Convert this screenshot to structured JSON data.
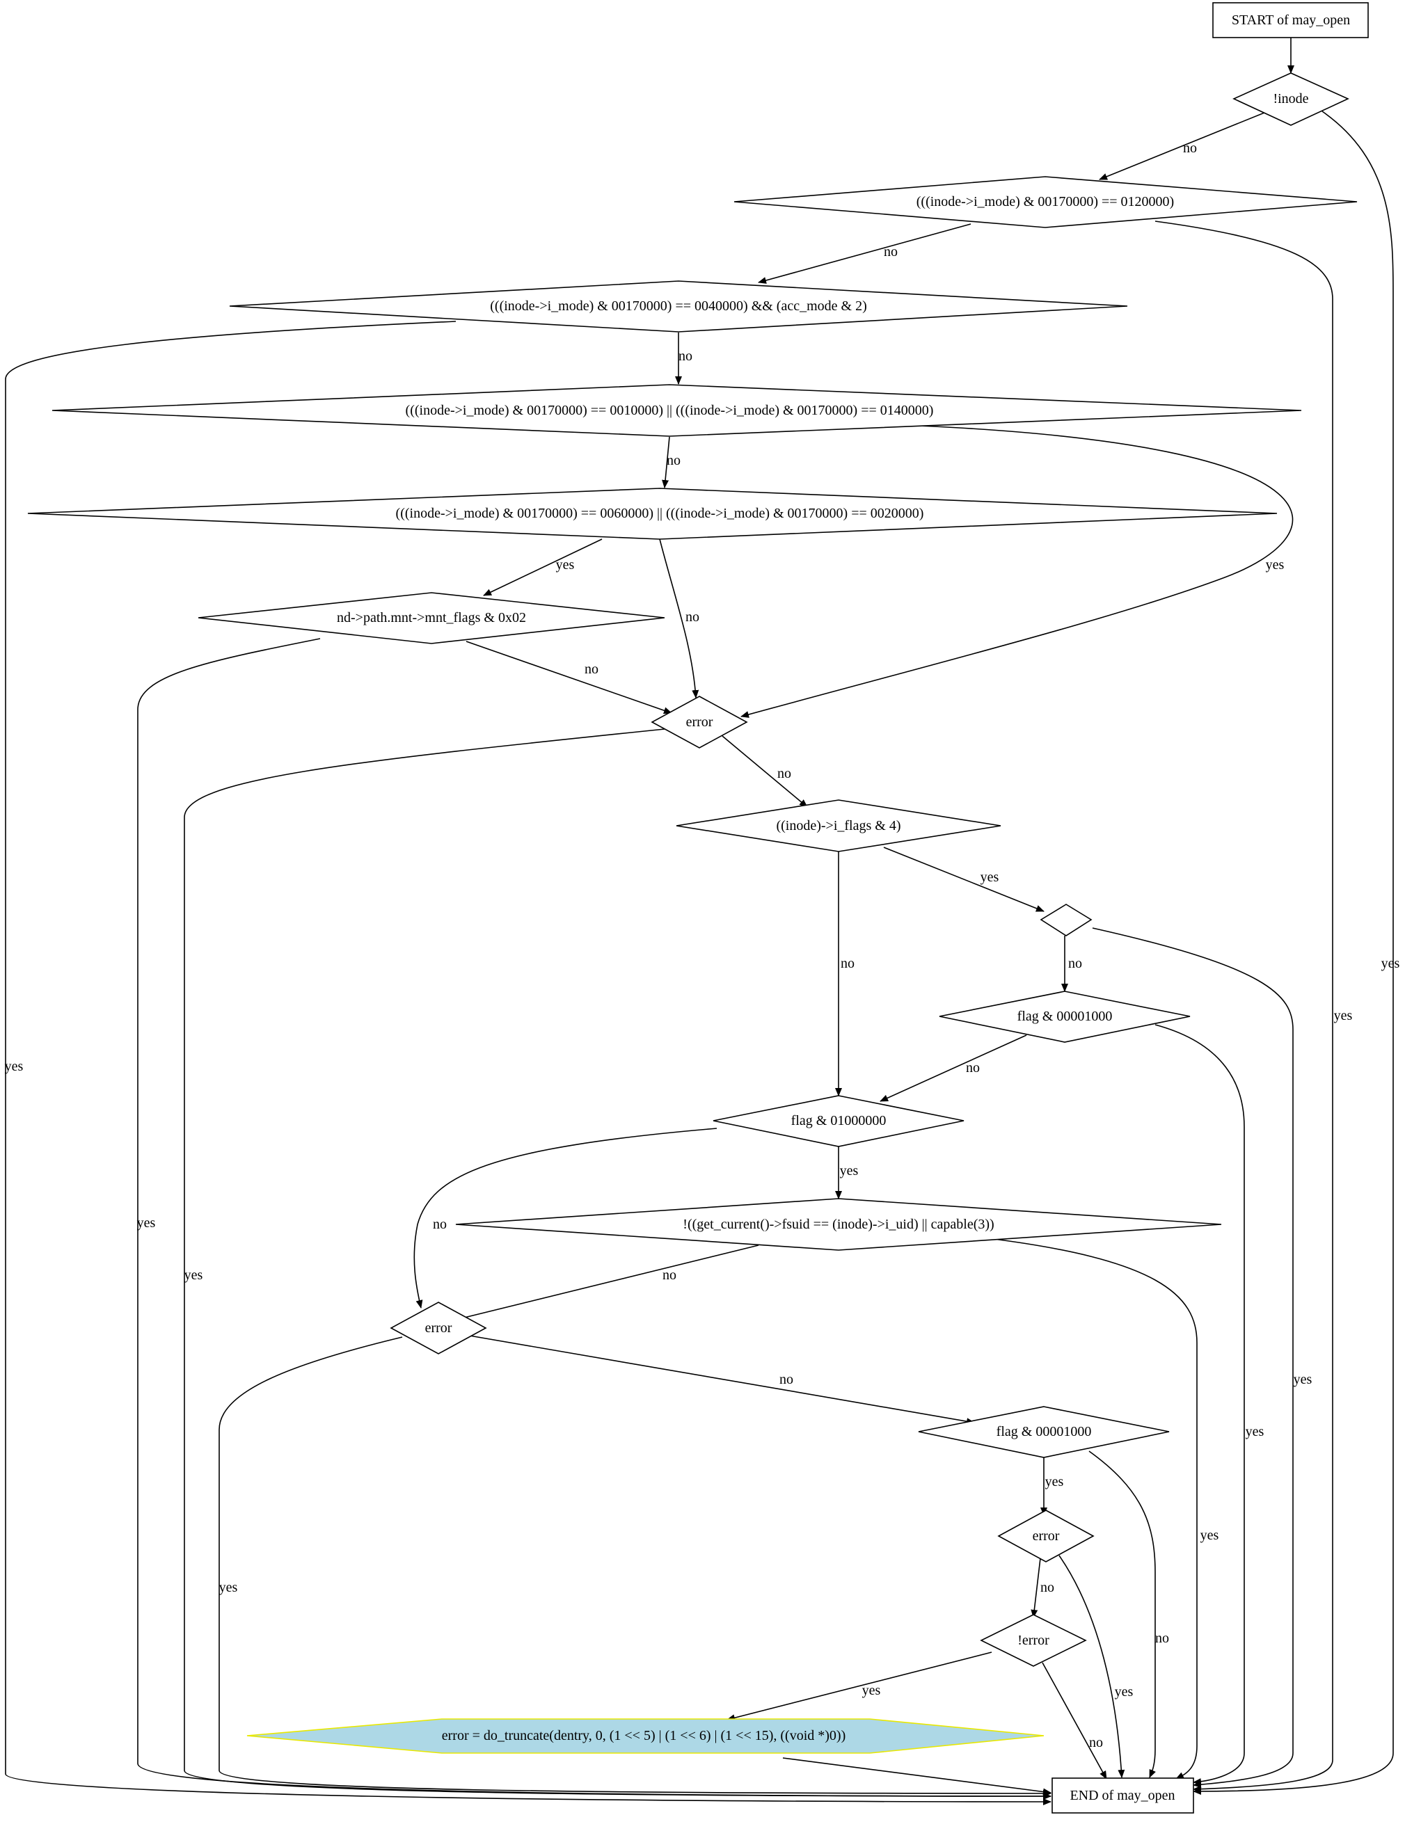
{
  "nodes": {
    "start": "START of may_open",
    "n_inode": "!inode",
    "n_lnk": "(((inode->i_mode) & 00170000) == 0120000)",
    "n_dir": "(((inode->i_mode) & 00170000) == 0040000) && (acc_mode & 2)",
    "n_fifo": "(((inode->i_mode) & 00170000) == 0010000) || (((inode->i_mode) & 00170000) == 0140000)",
    "n_blk": "(((inode->i_mode) & 00170000) == 0060000) || (((inode->i_mode) & 00170000) == 0020000)",
    "n_mnt": "nd->path.mnt->mnt_flags & 0x02",
    "n_err1": "error",
    "n_iflags": "((inode)->i_flags & 4)",
    "n_empty": "",
    "n_flag1": "flag & 00001000",
    "n_flag2": "flag & 01000000",
    "n_fsuid": "!((get_current()->fsuid == (inode)->i_uid) || capable(3))",
    "n_err2": "error",
    "n_flag3": "flag & 00001000",
    "n_err3": "error",
    "n_noterr": "!error",
    "n_trunc": "error = do_truncate(dentry, 0, (1 << 5) | (1 << 6) | (1 << 15), ((void *)0))",
    "end": "END of may_open"
  },
  "edge_labels": {
    "inode_no": "no",
    "inode_yes": "yes",
    "lnk_no": "no",
    "lnk_yes": "yes",
    "dir_no": "no",
    "dir_yes": "yes",
    "fifo_no": "no",
    "fifo_yes": "yes",
    "blk_yes": "yes",
    "blk_no": "no",
    "mnt_no": "no",
    "mnt_yes": "yes",
    "err1_no": "no",
    "err1_yes": "yes",
    "iflags_yes": "yes",
    "iflags_no": "no",
    "empty_no": "no",
    "empty_yes": "yes",
    "flag1_no": "no",
    "flag1_yes": "yes",
    "flag2_yes": "yes",
    "flag2_no": "no",
    "fsuid_no": "no",
    "fsuid_yes": "yes",
    "err2_no": "no",
    "err2_yes": "yes",
    "flag3_yes": "yes",
    "flag3_no": "no",
    "err3_no": "no",
    "err3_yes": "yes",
    "noterr_yes": "yes",
    "noterr_no": "no"
  },
  "colors": {
    "line": "#000000",
    "background": "#ffffff",
    "highlight_fill": "#add8e6",
    "highlight_stroke": "#e8e800"
  }
}
